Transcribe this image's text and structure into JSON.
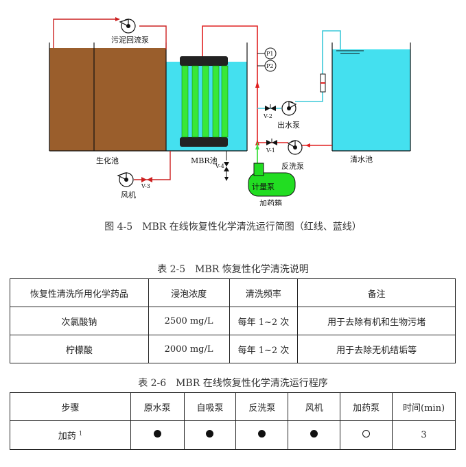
{
  "figure": {
    "labels": {
      "sludge_pump": "污泥回流泵",
      "bio_tank": "生化池",
      "mbr_tank": "MBR池",
      "clean_tank": "清水池",
      "blower": "风机",
      "outlet_pump": "出水泵",
      "backwash_pump": "反洗泵",
      "metering_pump": "计量泵",
      "dosing_tank": "加药箱",
      "p1": "P1",
      "p2": "P2",
      "v1": "V-1",
      "v2": "V-2",
      "v3": "V-3",
      "v4": "V-4"
    },
    "colors": {
      "sludge": "#9a5e2c",
      "water": "#44e0ef",
      "membrane": "#38e838",
      "pipe_red": "#e02020",
      "pipe_blue": "#3cc8d8",
      "pipe_green": "#40e040",
      "dosing": "#22dd22"
    },
    "caption": "图 4-5　MBR 在线恢复性化学清洗运行简图（红线、蓝线）"
  },
  "table1": {
    "caption": "表 2-5　MBR 恢复性化学清洗说明",
    "headers": [
      "恢复性清洗所用化学药品",
      "浸泡浓度",
      "清洗频率",
      "备注"
    ],
    "rows": [
      [
        "次氯酸钠",
        "2500 mg/L",
        "每年 1~2 次",
        "用于去除有机和生物污堵"
      ],
      [
        "柠檬酸",
        "2000 mg/L",
        "每年 1~2 次",
        "用于去除无机结垢等"
      ]
    ]
  },
  "table2": {
    "caption": "表 2-6　MBR 在线恢复性化学清洗运行程序",
    "headers": [
      "步骤",
      "原水泵",
      "自吸泵",
      "反洗泵",
      "风机",
      "加药泵",
      "时间(min)"
    ],
    "row": {
      "step": "加药",
      "footnote": "1",
      "marks": [
        "filled",
        "filled",
        "filled",
        "filled",
        "open"
      ],
      "time": "3"
    }
  }
}
